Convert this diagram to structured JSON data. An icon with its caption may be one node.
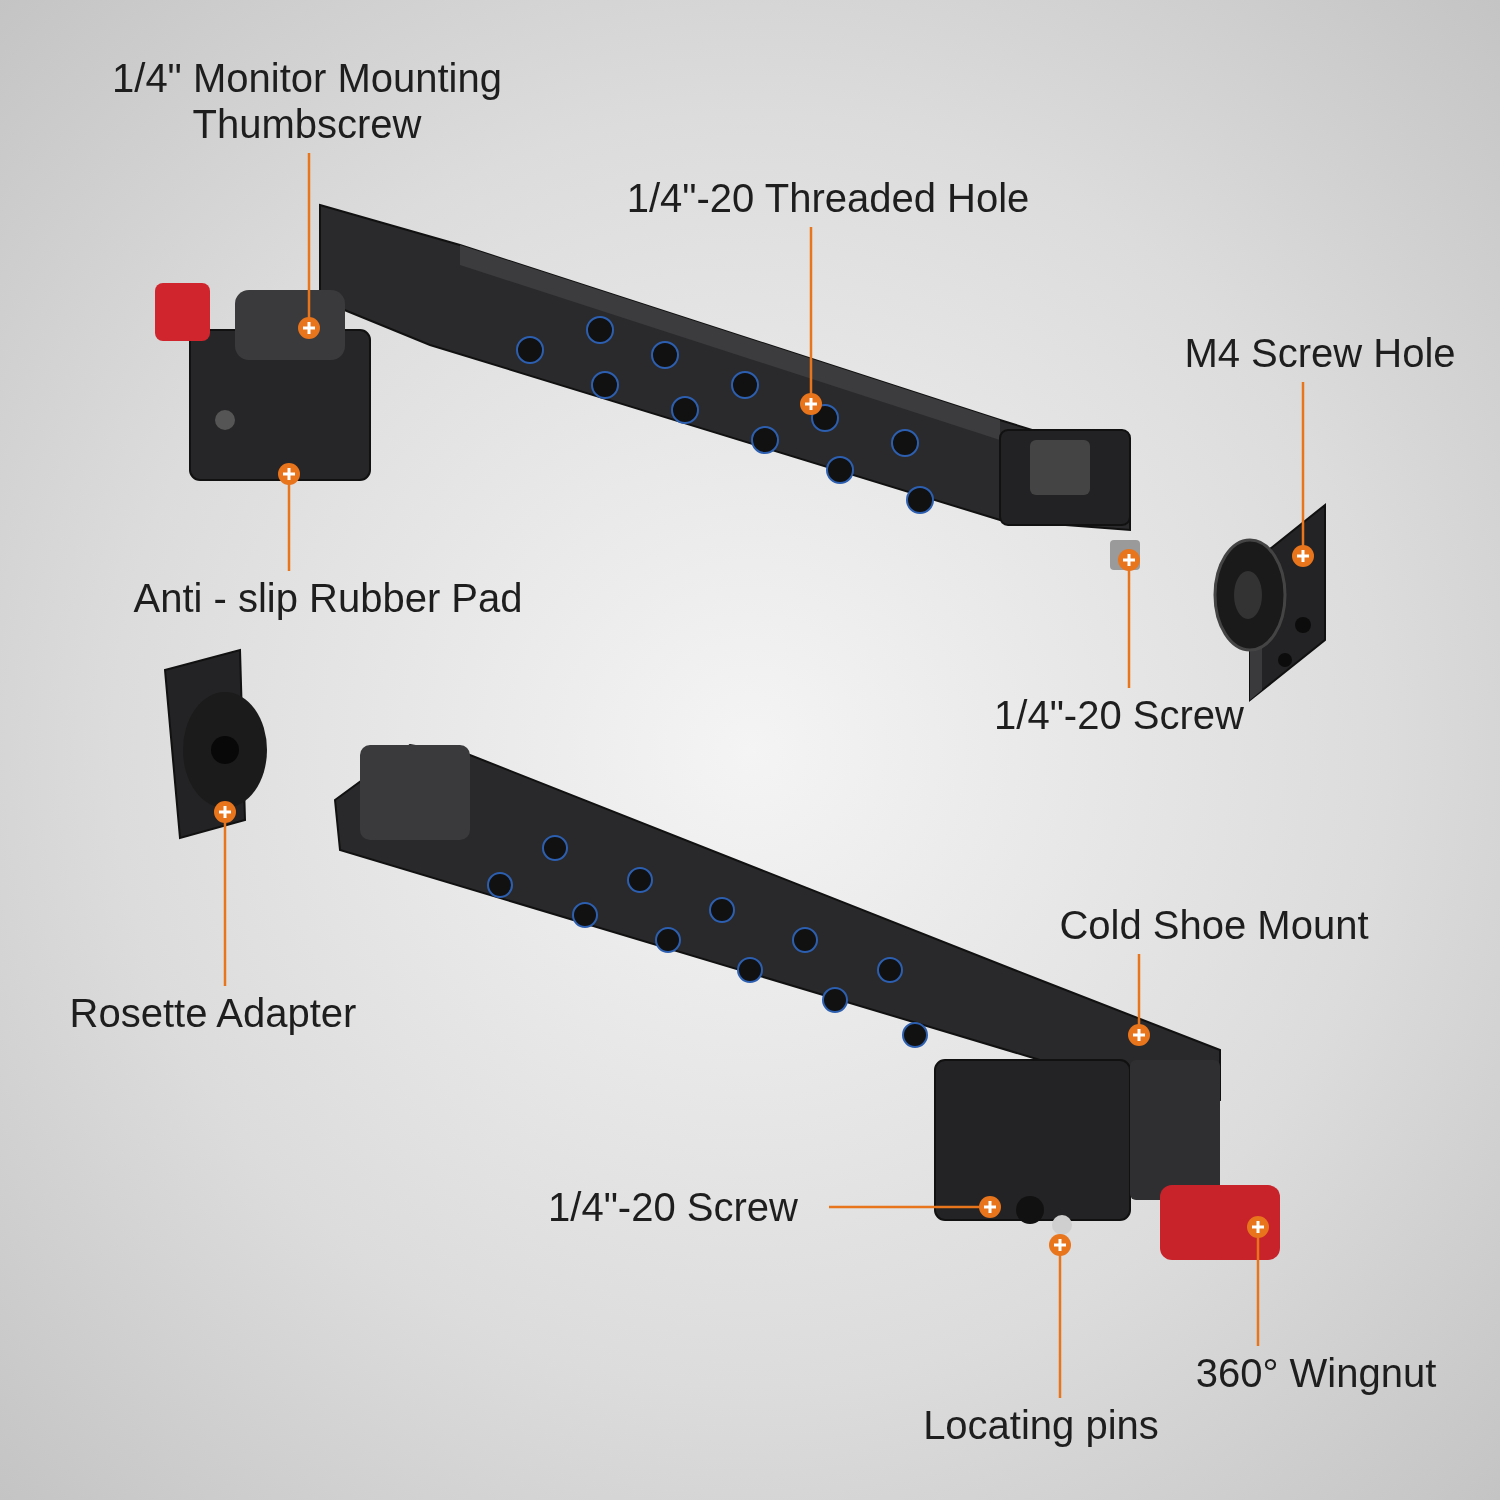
{
  "diagram": {
    "nodes": [
      {
        "text": [
          "1/4\" Monitor Mounting Thumbscrew"
        ]
      },
      {
        "text": [
          "1/4\"-20 Threaded Hole"
        ]
      },
      {
        "text": [
          "M4 Screw Hole"
        ]
      },
      {
        "text": [
          "Anti - slip Rubber Pad"
        ]
      },
      {
        "text": [
          "1/4\"-20 Screw"
        ]
      },
      {
        "text": [
          "Rosette Adapter"
        ]
      },
      {
        "text": [
          "Cold Shoe Mount"
        ]
      },
      {
        "text": [
          "1/4\"-20 Screw"
        ]
      },
      {
        "text": [
          "Locating pins"
        ]
      },
      {
        "text": [
          "360° Wingnut"
        ]
      },
      {
        "text": [],
        "shape": "picture"
      },
      {
        "text": [],
        "shape": "picture"
      },
      {
        "text": [],
        "shape": "picture"
      },
      {
        "text": [],
        "shape": "picture"
      }
    ],
    "edges": [
      {
        "from": 0,
        "to": 10,
        "arrow": "other"
      },
      {
        "from": 1,
        "to": 10,
        "arrow": "other"
      },
      {
        "from": 2,
        "to": 11,
        "arrow": "other"
      },
      {
        "from": 3,
        "to": 10,
        "arrow": "other"
      },
      {
        "from": 4,
        "to": 10,
        "arrow": "other"
      },
      {
        "from": 5,
        "to": 12,
        "arrow": "other"
      },
      {
        "from": 6,
        "to": 13,
        "arrow": "other"
      },
      {
        "from": 7,
        "to": 13,
        "arrow": "other"
      },
      {
        "from": 8,
        "to": 13,
        "arrow": "other"
      },
      {
        "from": 9,
        "to": 13,
        "arrow": "other"
      }
    ]
  }
}
